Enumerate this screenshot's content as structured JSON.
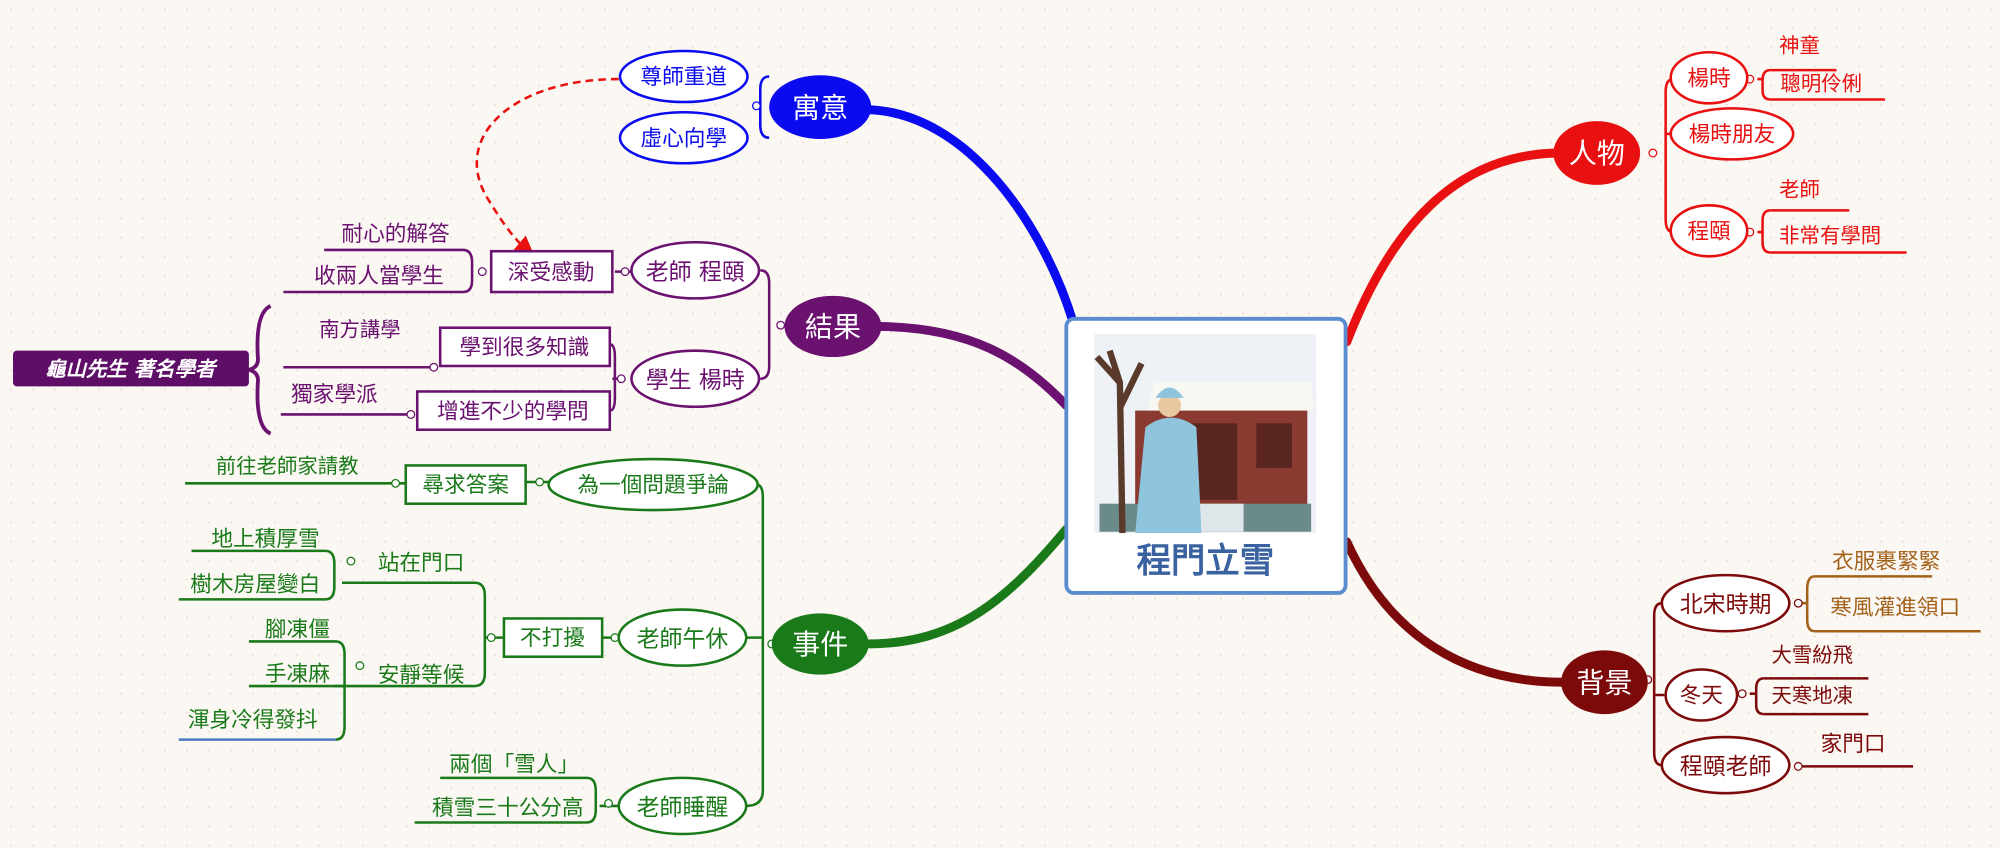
{
  "central": {
    "title": "程門立雪",
    "image_alt": "snow-scene-illustration"
  },
  "colors": {
    "blue": "#0b0bef",
    "purple": "#6b1170",
    "green": "#1a7a1a",
    "red": "#e81010",
    "darkred": "#7d0a0a",
    "brown": "#a3621c",
    "central_border": "#5b8cd0",
    "title": "#3a62a0"
  },
  "yuyi": {
    "label": "寓意",
    "children": [
      "尊師重道",
      "虛心向學"
    ]
  },
  "jieguo": {
    "label": "結果",
    "teacher": {
      "label": "老師 程頤",
      "child": "深受感動",
      "leaves": [
        "耐心的解答",
        "收兩人當學生"
      ]
    },
    "student": {
      "label": "學生 楊時",
      "children": [
        {
          "label": "學到很多知識",
          "leaf": "南方講學"
        },
        {
          "label": "增進不少的學問",
          "leaf": "獨家學派"
        }
      ],
      "summary": "龜山先生 著名學者"
    }
  },
  "shijian": {
    "label": "事件",
    "argue": {
      "label": "為一個問題爭論",
      "child": "尋求答案",
      "leaf": "前往老師家請教"
    },
    "nap": {
      "label": "老師午休",
      "child": "不打擾",
      "stand": {
        "label": "站在門口",
        "leaves": [
          "地上積厚雪",
          "樹木房屋變白"
        ]
      },
      "wait": {
        "label": "安靜等候",
        "leaves": [
          "腳凍僵",
          "手凍麻",
          "渾身冷得發抖"
        ]
      }
    },
    "wake": {
      "label": "老師睡醒",
      "leaves": [
        "兩個「雪人」",
        "積雪三十公分高"
      ]
    }
  },
  "renwu": {
    "label": "人物",
    "yangshi": {
      "label": "楊時",
      "leaves": [
        "神童",
        "聰明伶俐"
      ]
    },
    "friend": {
      "label": "楊時朋友"
    },
    "chengyi": {
      "label": "程頤",
      "leaves": [
        "老師",
        "非常有學問"
      ]
    }
  },
  "beijing": {
    "label": "背景",
    "song": {
      "label": "北宋時期",
      "leaves": [
        "衣服裹緊緊",
        "寒風灌進領口"
      ]
    },
    "winter": {
      "label": "冬天",
      "leaves": [
        "大雪紛飛",
        "天寒地凍"
      ]
    },
    "teacher": {
      "label": "程頤老師",
      "leaf": "家門口"
    }
  }
}
